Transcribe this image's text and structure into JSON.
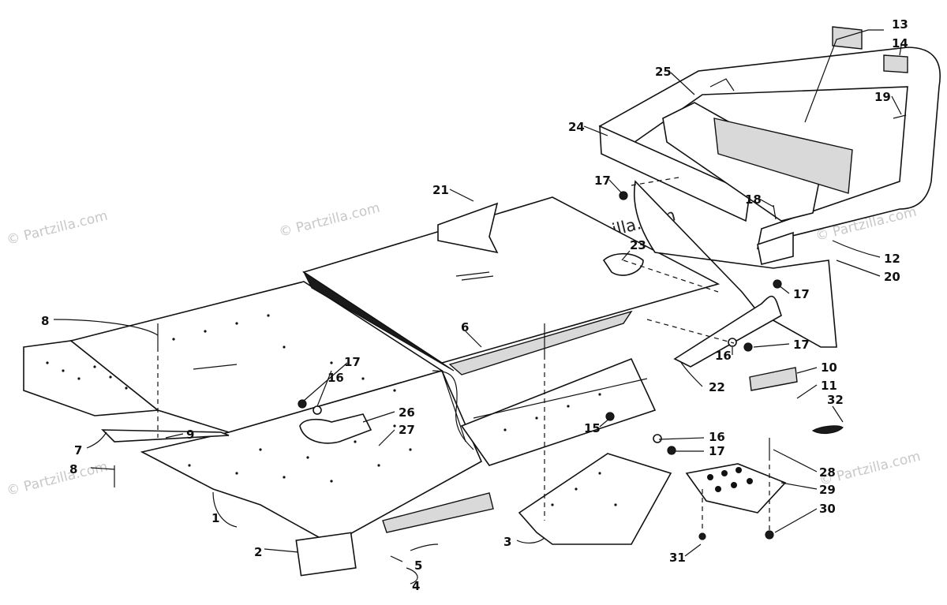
{
  "watermark": {
    "text": "© Partzilla.com"
  },
  "callouts": [
    "1",
    "2",
    "3",
    "4",
    "5",
    "6",
    "7",
    "8",
    "8",
    "9",
    "10",
    "11",
    "12",
    "13",
    "14",
    "15",
    "16",
    "16",
    "16",
    "17",
    "17",
    "17",
    "17",
    "17",
    "18",
    "19",
    "20",
    "21",
    "22",
    "23",
    "24",
    "25",
    "26",
    "27",
    "28",
    "29",
    "30",
    "31",
    "32"
  ]
}
